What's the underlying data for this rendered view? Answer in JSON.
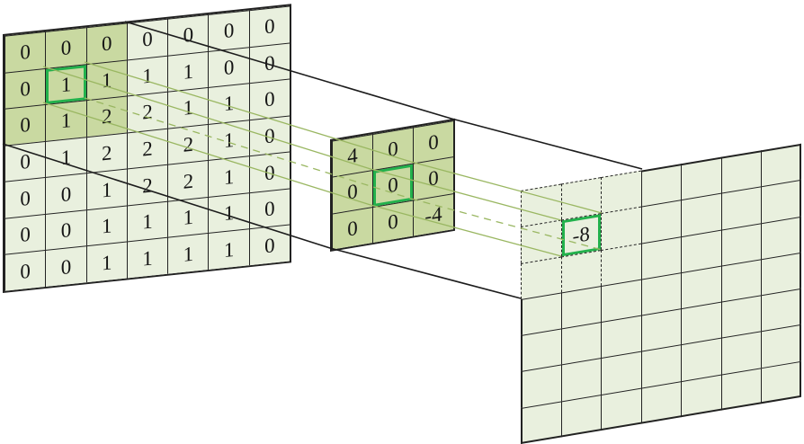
{
  "figure": {
    "description_label": "",
    "input_matrix": {
      "rows": 7,
      "cols": 7,
      "values": [
        [
          0,
          0,
          0,
          0,
          0,
          0,
          0
        ],
        [
          0,
          1,
          1,
          1,
          1,
          0,
          0
        ],
        [
          0,
          1,
          2,
          2,
          1,
          1,
          0
        ],
        [
          0,
          1,
          2,
          2,
          2,
          1,
          0
        ],
        [
          0,
          0,
          1,
          2,
          2,
          1,
          0
        ],
        [
          0,
          0,
          1,
          1,
          1,
          1,
          0
        ],
        [
          0,
          0,
          1,
          1,
          1,
          1,
          0
        ]
      ],
      "highlight_region": {
        "row_start": 0,
        "col_start": 0,
        "rows": 3,
        "cols": 3
      },
      "active_cell": {
        "row": 1,
        "col": 1,
        "value": "1"
      }
    },
    "kernel": {
      "rows": 3,
      "cols": 3,
      "values": [
        [
          "4",
          "0",
          "0"
        ],
        [
          "0",
          "0",
          "0"
        ],
        [
          "0",
          "0",
          "-4"
        ]
      ],
      "active_cell": {
        "row": 1,
        "col": 1
      }
    },
    "output_matrix": {
      "rows": 7,
      "cols": 7,
      "dashed_region": {
        "row_start": 0,
        "col_start": 0,
        "rows": 3,
        "cols": 3
      },
      "result_cell": {
        "row": 1,
        "col": 1,
        "value": "-8"
      }
    }
  },
  "colors": {
    "cell_light": "#e9f0de",
    "cell_dark": "#c9d9a1",
    "accent_green": "#22b14c",
    "connector_green": "#9ab762",
    "grid_line": "#222222"
  }
}
